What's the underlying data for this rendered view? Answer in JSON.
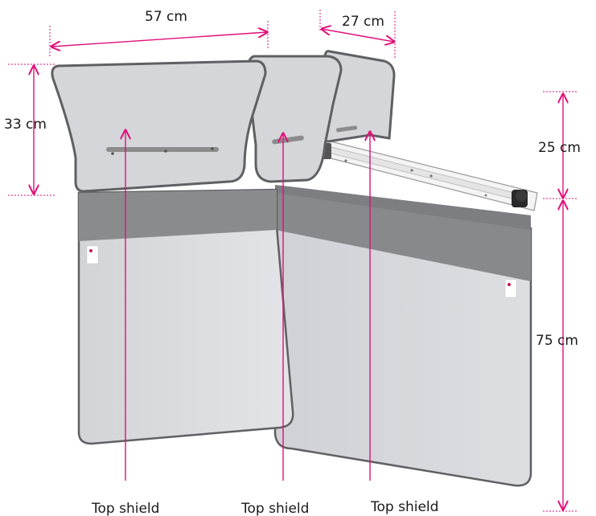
{
  "dimensions": {
    "width_left_shield": "57 cm",
    "width_right_shield": "27 cm",
    "height_top_shield": "33 cm",
    "height_upper_right": "25 cm",
    "height_lower_right": "75 cm"
  },
  "captions": [
    "Top shield",
    "Top shield",
    "Top shield"
  ],
  "colors": {
    "dimension_line": "#e0107a",
    "panel_light": "#d6d8dc",
    "panel_band": "#8a8b8d",
    "panel_edge": "#5f6063",
    "rail": "#f2f2f2",
    "knob": "#2a2a2a"
  }
}
